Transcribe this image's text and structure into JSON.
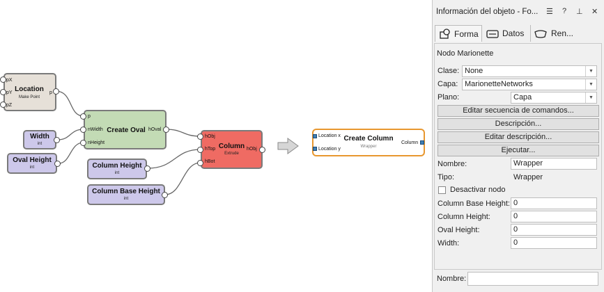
{
  "graph": {
    "location": {
      "title": "Location",
      "subtitle": "Make Point",
      "ports_in": [
        "pX",
        "pY",
        "pZ"
      ],
      "port_out": "p"
    },
    "width": {
      "title": "Width",
      "subtitle": "int"
    },
    "oval_height": {
      "title": "Oval Height",
      "subtitle": "int"
    },
    "create_oval": {
      "title": "Create Oval",
      "ports_in": [
        "p",
        "nWidth",
        "nHeight"
      ],
      "port_out": "hOval"
    },
    "column_height": {
      "title": "Column Height",
      "subtitle": "int"
    },
    "column_base_height": {
      "title": "Column Base Height",
      "subtitle": "int"
    },
    "column": {
      "title": "Column",
      "subtitle": "Extrude",
      "ports_in": [
        "hObj",
        "hTop",
        "hBot"
      ],
      "port_out": "hObj"
    },
    "wrapper": {
      "title": "Create Column",
      "subtitle": "Wrapper",
      "ports_in": [
        "Location x",
        "Location y"
      ],
      "port_out": "Column"
    }
  },
  "panel": {
    "title": "Información del objeto - Fo...",
    "tabs": [
      {
        "label": "Forma",
        "icon": "shape-icon"
      },
      {
        "label": "Datos",
        "icon": "data-icon"
      },
      {
        "label": "Ren...",
        "icon": "render-icon"
      }
    ],
    "heading": "Nodo Marionette",
    "clase_label": "Clase:",
    "clase_value": "None",
    "capa_label": "Capa:",
    "capa_value": "MarionetteNetworks",
    "plano_label": "Plano:",
    "plano_value": "Capa",
    "btn_script": "Editar secuencia de comandos...",
    "btn_desc": "Descripción...",
    "btn_edit_desc": "Editar descripción...",
    "btn_run": "Ejecutar...",
    "nombre_label": "Nombre:",
    "nombre_value": "Wrapper",
    "tipo_label": "Tipo:",
    "tipo_value": "Wrapper",
    "disable_label": "Desactivar nodo",
    "fields": [
      {
        "label": "Column Base Height:",
        "value": "0"
      },
      {
        "label": "Column Height:",
        "value": "0"
      },
      {
        "label": "Oval Height:",
        "value": "0"
      },
      {
        "label": "Width:",
        "value": "0"
      }
    ],
    "bottom_label": "Nombre:",
    "colors": {
      "purple": "#cdc8ea",
      "green": "#c3dbb5",
      "red": "#ef6b63",
      "orange": "#e8972f",
      "location": "#e6e0d8"
    }
  }
}
